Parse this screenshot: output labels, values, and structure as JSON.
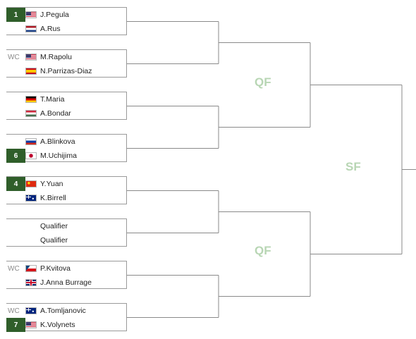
{
  "round_labels": {
    "qf": "QF",
    "sf": "SF"
  },
  "matches": [
    {
      "players": [
        {
          "seed": "1",
          "entry": "",
          "flag": "usa",
          "name": "J.Pegula"
        },
        {
          "seed": "",
          "entry": "",
          "flag": "ned",
          "name": "A.Rus"
        }
      ]
    },
    {
      "players": [
        {
          "seed": "",
          "entry": "WC",
          "flag": "usa",
          "name": "M.Rapolu"
        },
        {
          "seed": "",
          "entry": "",
          "flag": "esp",
          "name": "N.Parrizas-Diaz"
        }
      ]
    },
    {
      "players": [
        {
          "seed": "",
          "entry": "",
          "flag": "ger",
          "name": "T.Maria"
        },
        {
          "seed": "",
          "entry": "",
          "flag": "hun",
          "name": "A.Bondar"
        }
      ]
    },
    {
      "players": [
        {
          "seed": "",
          "entry": "",
          "flag": "rus",
          "name": "A.Blinkova"
        },
        {
          "seed": "6",
          "entry": "",
          "flag": "jpn",
          "name": "M.Uchijima"
        }
      ]
    },
    {
      "players": [
        {
          "seed": "4",
          "entry": "",
          "flag": "chn",
          "name": "Y.Yuan"
        },
        {
          "seed": "",
          "entry": "",
          "flag": "aus",
          "name": "K.Birrell"
        }
      ]
    },
    {
      "players": [
        {
          "seed": "",
          "entry": "",
          "flag": "",
          "name": "Qualifier"
        },
        {
          "seed": "",
          "entry": "",
          "flag": "",
          "name": "Qualifier"
        }
      ]
    },
    {
      "players": [
        {
          "seed": "",
          "entry": "WC",
          "flag": "cze",
          "name": "P.Kvitova"
        },
        {
          "seed": "",
          "entry": "",
          "flag": "gbr",
          "name": "J.Anna Burrage"
        }
      ]
    },
    {
      "players": [
        {
          "seed": "",
          "entry": "WC",
          "flag": "aus",
          "name": "A.Tomljanovic"
        },
        {
          "seed": "7",
          "entry": "",
          "flag": "usa",
          "name": "K.Volynets"
        }
      ]
    }
  ]
}
